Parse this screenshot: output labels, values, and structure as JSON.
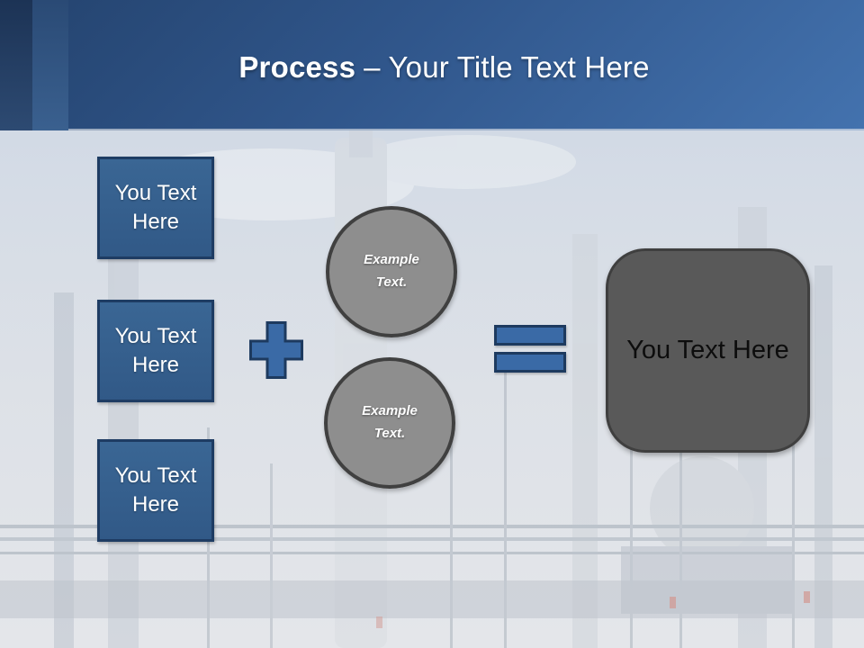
{
  "slide": {
    "header": {
      "title_emphasis": "Process",
      "title_rest": "– Your Title Text Here"
    },
    "diagram": {
      "input_boxes": [
        {
          "label": "You Text Here"
        },
        {
          "label": "You Text Here"
        },
        {
          "label": "You Text Here"
        }
      ],
      "plus_operator": "plus-sign",
      "equals_operator": "equals-sign",
      "example_circles": [
        {
          "label": "Example Text."
        },
        {
          "label": "Example Text."
        }
      ],
      "result_box": {
        "label": "You Text Here"
      }
    },
    "background": "faded industrial refinery photograph"
  },
  "colors": {
    "header_gradient_top": "#24436e",
    "header_gradient_bottom": "#4372ae",
    "left_stripe_dark": "#1c3355",
    "left_stripe_mid": "#2a4a75",
    "input_box_fill": "#35608e",
    "input_box_border": "#1e3c63",
    "operator_fill": "#3a6aa6",
    "operator_border": "#1d3a5f",
    "circle_fill": "#8a8a8a",
    "circle_border": "#404040",
    "result_fill": "#595959",
    "result_border": "#3f3f3f",
    "title_text": "#ffffff"
  }
}
